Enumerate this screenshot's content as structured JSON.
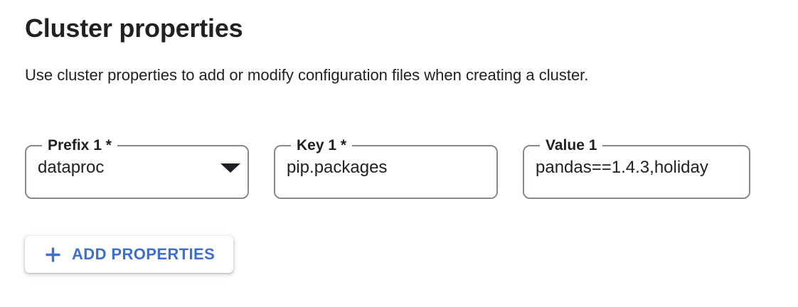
{
  "header": {
    "title": "Cluster properties",
    "description": "Use cluster properties to add or modify configuration files when creating a cluster."
  },
  "fields": [
    {
      "label": "Prefix 1 *",
      "value": "dataproc",
      "type": "select",
      "icon": "dropdown-arrow-icon"
    },
    {
      "label": "Key 1 *",
      "value": "pip.packages",
      "type": "text"
    },
    {
      "label": "Value 1",
      "value": "pandas==1.4.3,holiday",
      "type": "text"
    }
  ],
  "actions": {
    "add_properties_label": "ADD PROPERTIES",
    "icon": "plus-icon"
  },
  "colors": {
    "accent_blue": "#3b6fd2",
    "field_border_gray": "#85898d",
    "text_dark": "#202124"
  }
}
